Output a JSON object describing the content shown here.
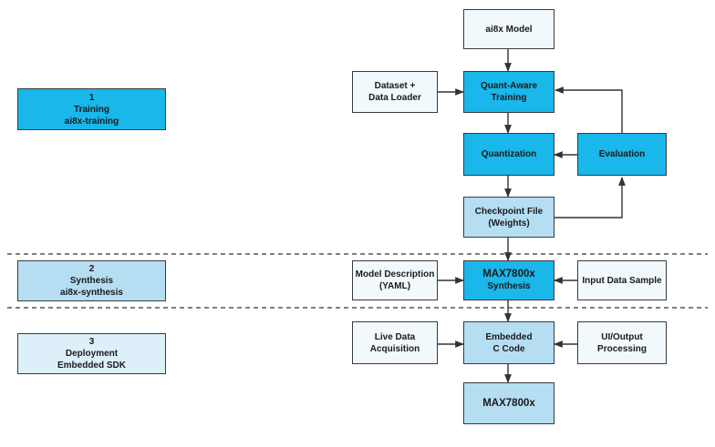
{
  "colors": {
    "dark": "#1ab7ea",
    "mid": "#b5def3",
    "light": "#ddf0fa",
    "pale": "#f1f9fd",
    "line": "#333333"
  },
  "stages": [
    {
      "number": "1",
      "name": "Training",
      "tool": "ai8x-training"
    },
    {
      "number": "2",
      "name": "Synthesis",
      "tool": "ai8x-synthesis"
    },
    {
      "number": "3",
      "name": "Deployment",
      "tool": "Embedded SDK"
    }
  ],
  "nodes": {
    "model": {
      "lines": [
        "ai8x Model"
      ]
    },
    "dataset": {
      "lines": [
        "Dataset +",
        "Data Loader"
      ]
    },
    "qat": {
      "lines": [
        "Quant-Aware",
        "Training"
      ]
    },
    "quantization": {
      "lines": [
        "Quantization"
      ]
    },
    "evaluation": {
      "lines": [
        "Evaluation"
      ]
    },
    "checkpoint": {
      "lines": [
        "Checkpoint File",
        "(Weights)"
      ]
    },
    "model_desc": {
      "lines": [
        "Model Description",
        "(YAML)"
      ]
    },
    "synthesis": {
      "lines": [
        "MAX7800x",
        "Synthesis"
      ]
    },
    "input_sample": {
      "lines": [
        "Input Data Sample"
      ]
    },
    "live_data": {
      "lines": [
        "Live Data",
        "Acquisition"
      ]
    },
    "c_code": {
      "lines": [
        "Embedded",
        "C Code"
      ]
    },
    "ui_output": {
      "lines": [
        "UI/Output",
        "Processing"
      ]
    },
    "device": {
      "lines": [
        "MAX7800x"
      ]
    }
  }
}
